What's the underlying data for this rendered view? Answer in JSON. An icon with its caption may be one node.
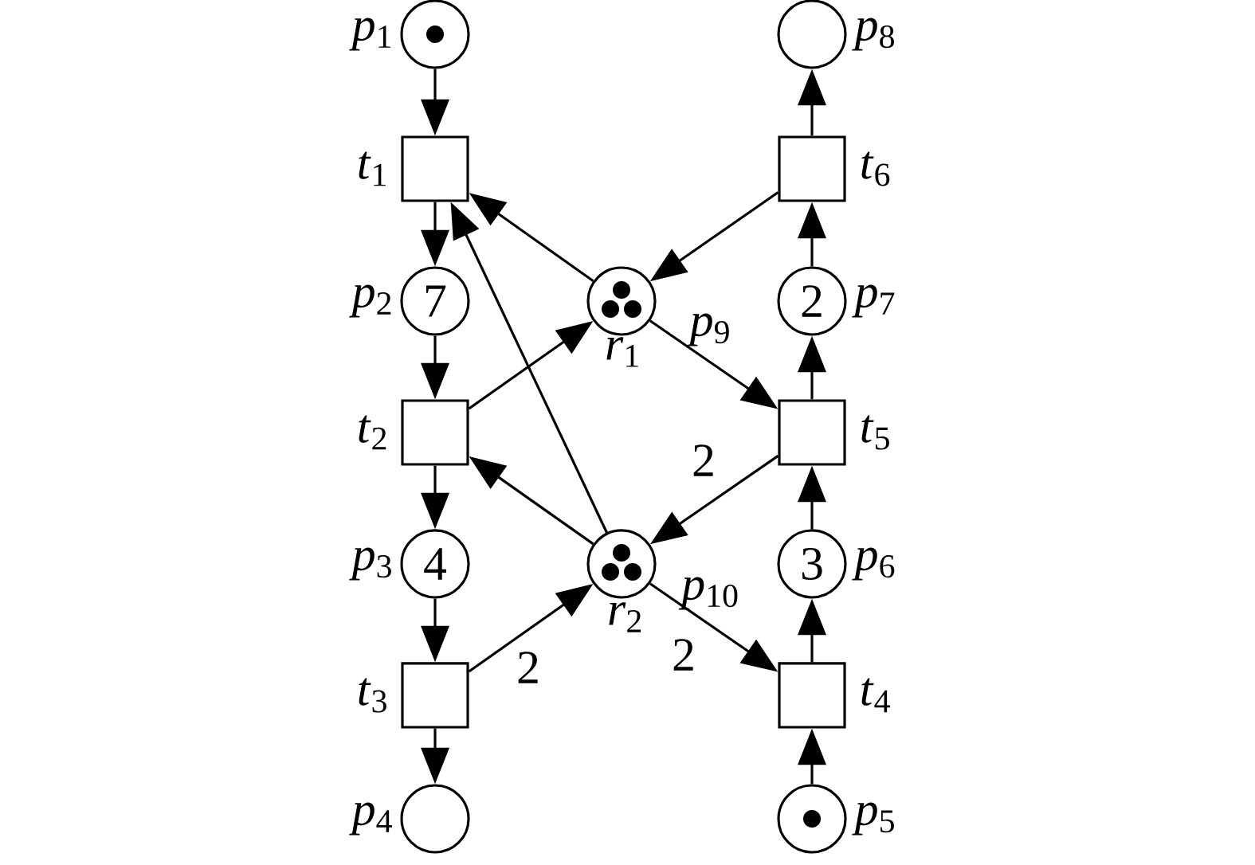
{
  "diagram": {
    "nodes": [
      {
        "text": [],
        "shape": "circle",
        "beside": [
          "*p*$_{1}$"
        ]
      },
      {
        "text": [],
        "shape": "box",
        "beside": [
          "*t*$_{1}$"
        ]
      },
      {
        "text": [
          "7"
        ],
        "beside": [
          "*p*$_{2}$"
        ]
      },
      {
        "text": [],
        "shape": "box",
        "beside": [
          "*t*$_{2}$"
        ]
      },
      {
        "text": [
          "4"
        ],
        "beside": [
          "*p*$_{3}$"
        ]
      },
      {
        "text": [],
        "shape": "box",
        "beside": [
          "*t*$_{3}$"
        ]
      },
      {
        "text": [],
        "shape": "circle",
        "beside": [
          "*p*$_{4}$"
        ]
      },
      {
        "text": [],
        "shape": "circle",
        "beside": [
          "*p*$_{8}$"
        ]
      },
      {
        "text": [],
        "shape": "box",
        "beside": [
          "*t*$_{6}$"
        ]
      },
      {
        "text": [
          "2"
        ],
        "beside": [
          "*p*$_{7}$"
        ]
      },
      {
        "text": [],
        "shape": "box",
        "beside": [
          "*t*$_{5}$"
        ]
      },
      {
        "text": [
          "3"
        ],
        "beside": [
          "*p*$_{6}$"
        ]
      },
      {
        "text": [],
        "shape": "box",
        "beside": [
          "*t*$_{4}$"
        ]
      },
      {
        "text": [],
        "shape": "circle",
        "beside": [
          "*p*$_{5}$"
        ]
      },
      {
        "text": [],
        "shape": "circle",
        "beside": [
          "*r*$_{1}$",
          "*p*$_{9}$"
        ]
      },
      {
        "text": [],
        "shape": "circle",
        "beside": [
          "*r*$_{2}$",
          "*p*$_{10}$"
        ]
      }
    ],
    "edges": [
      {
        "from": 0,
        "to": 1,
        "arrow": "to"
      },
      {
        "from": 1,
        "to": 2,
        "arrow": "to"
      },
      {
        "from": 2,
        "to": 3,
        "arrow": "to"
      },
      {
        "from": 3,
        "to": 4,
        "arrow": "to"
      },
      {
        "from": 4,
        "to": 5,
        "arrow": "to"
      },
      {
        "from": 5,
        "to": 6,
        "arrow": "to"
      },
      {
        "from": 13,
        "to": 12,
        "arrow": "to"
      },
      {
        "from": 12,
        "to": 11,
        "arrow": "to"
      },
      {
        "from": 11,
        "to": 10,
        "arrow": "to"
      },
      {
        "from": 10,
        "to": 9,
        "arrow": "to"
      },
      {
        "from": 9,
        "to": 8,
        "arrow": "to"
      },
      {
        "from": 8,
        "to": 7,
        "arrow": "to"
      },
      {
        "from": 14,
        "to": 1,
        "arrow": "to"
      },
      {
        "from": 8,
        "to": 14,
        "arrow": "to"
      },
      {
        "from": 3,
        "to": 14,
        "arrow": "to"
      },
      {
        "from": 14,
        "to": 10,
        "arrow": "to"
      },
      {
        "from": 10,
        "to": 15,
        "arrow": "to",
        "label": "2"
      },
      {
        "from": 15,
        "to": 3,
        "arrow": "to"
      },
      {
        "from": 15,
        "to": 1,
        "arrow": "to"
      },
      {
        "from": 5,
        "to": 15,
        "arrow": "to",
        "label": "2"
      },
      {
        "from": 15,
        "to": 12,
        "arrow": "to",
        "label": "2"
      }
    ]
  }
}
